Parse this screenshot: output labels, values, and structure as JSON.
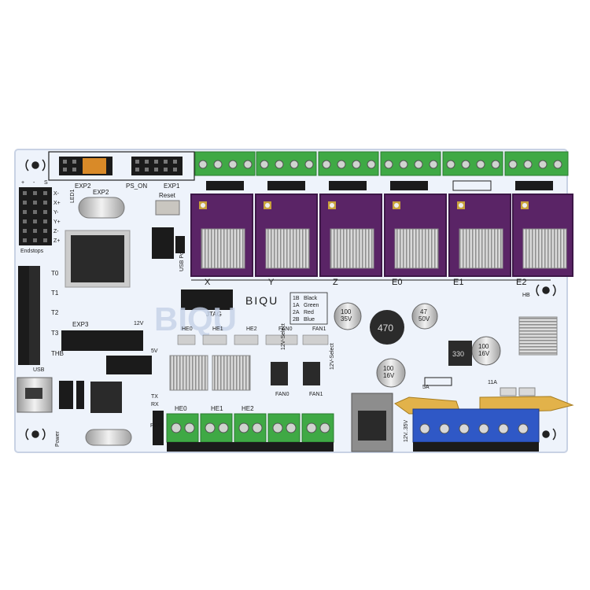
{
  "board": {
    "brand": "BIQU",
    "headers_top": [
      "EXP2",
      "PS_ON",
      "EXP1"
    ],
    "reset": "Reset",
    "led": "LED1",
    "endstops": {
      "title": "Endstops",
      "pins": [
        "X-",
        "X+",
        "Y-",
        "Y+",
        "Z-",
        "Z+"
      ],
      "polarity": [
        "+",
        "-",
        "S"
      ]
    },
    "thermistors": [
      "T0",
      "T1",
      "T2",
      "T3",
      "THB"
    ],
    "driver_labels": [
      "X",
      "Y",
      "Z",
      "E0",
      "E1",
      "E2"
    ],
    "motor_wiring": [
      "1B",
      "1A",
      "2A",
      "2B",
      "Black",
      "Green",
      "Red",
      "Blue"
    ],
    "jtag": "JTAG",
    "usb_power": "USB Power",
    "exp3": "EXP3",
    "v12": "12V",
    "v5": "5V",
    "usb": "USB",
    "power": "Power",
    "tx": "TX",
    "rx": "RX",
    "pwr": "PWR",
    "hb": "HB",
    "heater_leds": [
      "HE0",
      "HE1",
      "HE2",
      "FAN0",
      "FAN1"
    ],
    "select": "12V-Select",
    "fans": [
      "FAN0",
      "FAN1"
    ],
    "heater_terms": [
      "HE0",
      "HE1",
      "HE2"
    ],
    "inductor": "470",
    "inductor2": "330",
    "caps": [
      {
        "v": "100",
        "w": "35V"
      },
      {
        "v": "47",
        "w": "50V"
      },
      {
        "v": "100",
        "w": "16V"
      },
      {
        "v": "100",
        "w": "16V"
      }
    ],
    "fuses": [
      "5A",
      "11A"
    ],
    "power_in": "12V..35V",
    "watermark": "BIQU"
  }
}
